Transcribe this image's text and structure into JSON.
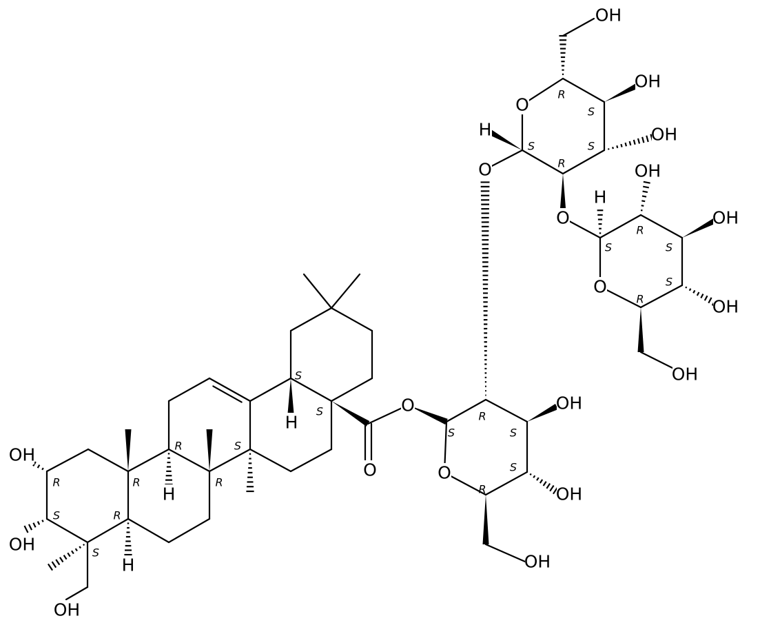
{
  "title": "Triterpenoid saponin structure",
  "atom_labels": [
    "OH",
    "OH",
    "OH",
    "H",
    "H",
    "H",
    "O",
    "O",
    "O",
    "OH",
    "OH",
    "OH",
    "O",
    "H",
    "O",
    "OH",
    "OH",
    "OH",
    "O",
    "H",
    "OH",
    "O",
    "OH",
    "OH",
    "OH"
  ],
  "stereo_labels": [
    "R",
    "S",
    "R",
    "S",
    "R",
    "R",
    "R",
    "S",
    "S",
    "S",
    "S",
    "R",
    "S",
    "S",
    "R",
    "R",
    "S",
    "S",
    "S",
    "R",
    "R",
    "S",
    "S",
    "S",
    "R"
  ]
}
